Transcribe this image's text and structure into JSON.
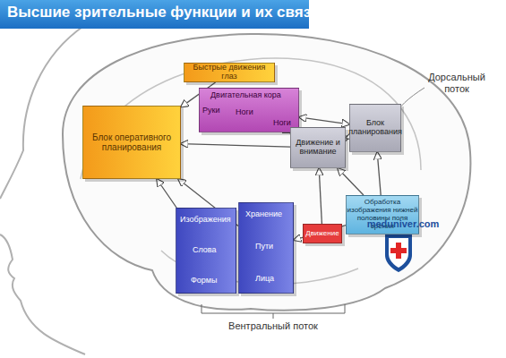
{
  "diagram": {
    "title": "Высшие зрительные функции и их связи",
    "nodes": [
      {
        "text": [
          "Блок оперативного планирования"
        ]
      },
      {
        "text": [
          "Быстрые движения глаз"
        ]
      },
      {
        "text": [
          "Двигательная кора",
          "Руки",
          "Ноги",
          "Ноги"
        ]
      },
      {
        "text": [
          "Движение и внимание"
        ]
      },
      {
        "text": [
          "Блок планирования"
        ]
      },
      {
        "text": [
          "Изображения",
          "Слова",
          "Формы"
        ]
      },
      {
        "text": [
          "Хранение",
          "Пути",
          "Лица"
        ]
      },
      {
        "text": [
          "Движение"
        ]
      },
      {
        "text": [
          "Обработка изображения нижней половины поля зрения"
        ]
      }
    ],
    "edges": [
      {
        "from": 3,
        "to": 0,
        "arrow": "to"
      },
      {
        "from": 4,
        "to": 3,
        "arrow": "both"
      },
      {
        "from": 2,
        "to": 3,
        "arrow": "both"
      },
      {
        "from": 2,
        "to": 4,
        "arrow": "both"
      },
      {
        "from": 8,
        "to": 3,
        "arrow": "to"
      },
      {
        "from": 8,
        "to": 4,
        "arrow": "to"
      },
      {
        "from": 7,
        "to": 3,
        "arrow": "to"
      },
      {
        "from": 6,
        "to": 0,
        "arrow": "to"
      },
      {
        "from": 8,
        "to": 6,
        "arrow": "to"
      },
      {
        "from": 1,
        "to": 0,
        "arrow": "to"
      },
      {
        "from": 5,
        "to": 0,
        "arrow": "to"
      }
    ],
    "labels": [
      "Дорсальный поток",
      "Вентральный поток",
      "meduniver.com"
    ]
  }
}
